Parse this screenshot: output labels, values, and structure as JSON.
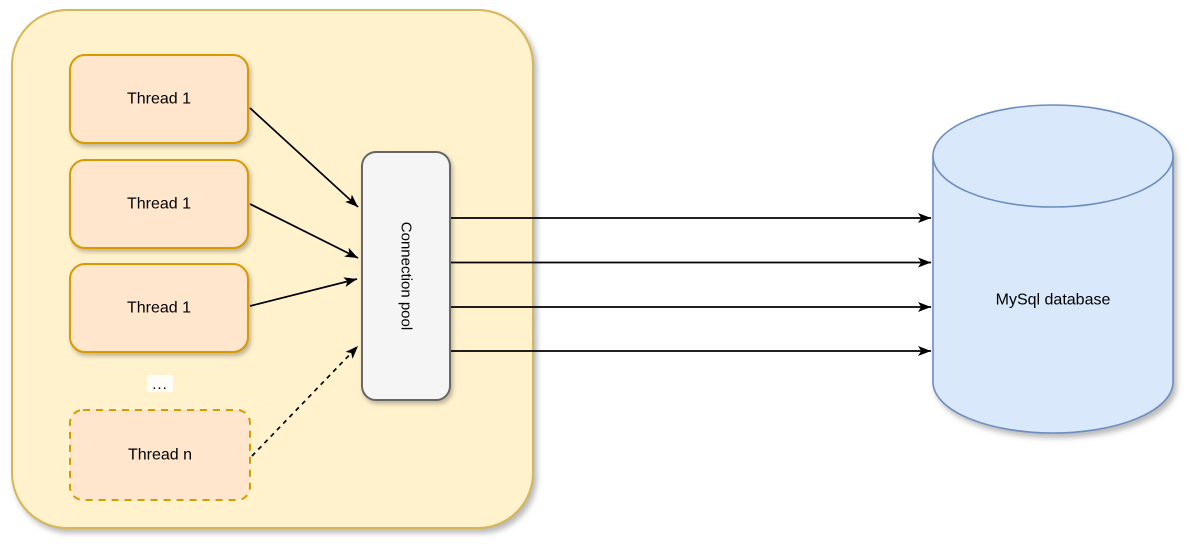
{
  "diagram": {
    "type": "architecture-diagram",
    "description": "Application threads sharing a connection pool to a MySql database",
    "app_container": {
      "threads": [
        {
          "label": "Thread 1",
          "style": "solid"
        },
        {
          "label": "Thread 1",
          "style": "solid"
        },
        {
          "label": "Thread 1",
          "style": "solid"
        },
        {
          "label": "Thread n",
          "style": "dashed"
        }
      ],
      "ellipsis": "...",
      "pool": {
        "label": "Connection pool"
      }
    },
    "database": {
      "label": "MySql database",
      "shape": "cylinder"
    },
    "edges": {
      "thread_to_pool_count": 3,
      "thread_n_to_pool_style": "dashed",
      "pool_to_db_count": 4
    },
    "palette": {
      "container_fill": "#fff2cc",
      "container_stroke": "#d6b656",
      "thread_fill": "#ffe6cc",
      "thread_stroke": "#d79b00",
      "pool_fill": "#f5f5f5",
      "pool_stroke": "#666666",
      "db_fill": "#dae8fc",
      "db_stroke": "#6c8ebf",
      "edge_color": "#000000",
      "background": "#ffffff"
    }
  }
}
